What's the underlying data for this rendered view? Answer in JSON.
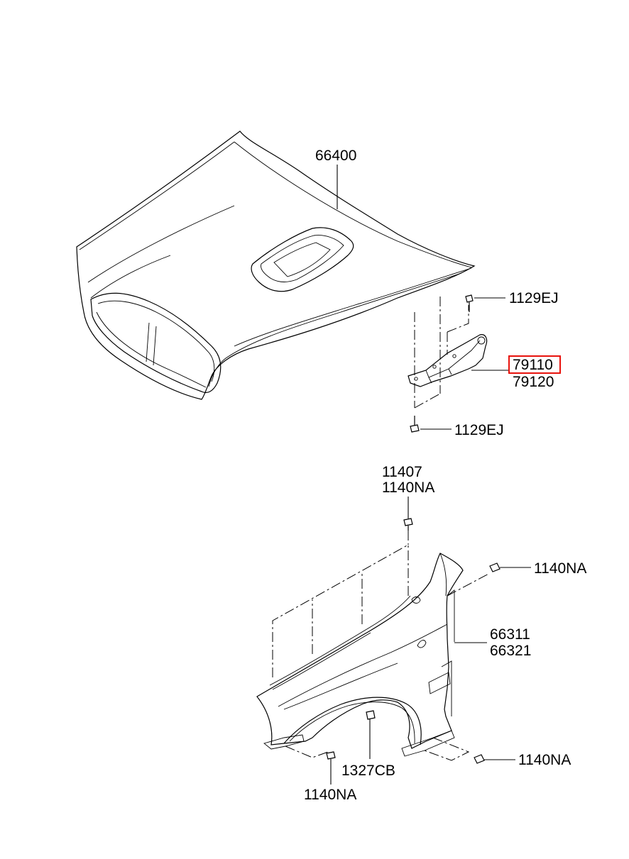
{
  "labels": {
    "hood": "66400",
    "bolt_hinge_top": "1129EJ",
    "hinge_lh": "79110",
    "hinge_rh": "79120",
    "bolt_hinge_bottom": "1129EJ",
    "bolt_fender_top_a": "11407",
    "bolt_fender_top_b": "1140NA",
    "bolt_fender_side": "1140NA",
    "fender_lh": "66311",
    "fender_rh": "66321",
    "bolt_fender_rear": "1140NA",
    "nut_fender": "1327CB",
    "bolt_fender_front": "1140NA"
  },
  "colors": {
    "line": "#000000",
    "highlight": "#e8120c",
    "background": "#ffffff"
  },
  "highlighted_part": "79110"
}
